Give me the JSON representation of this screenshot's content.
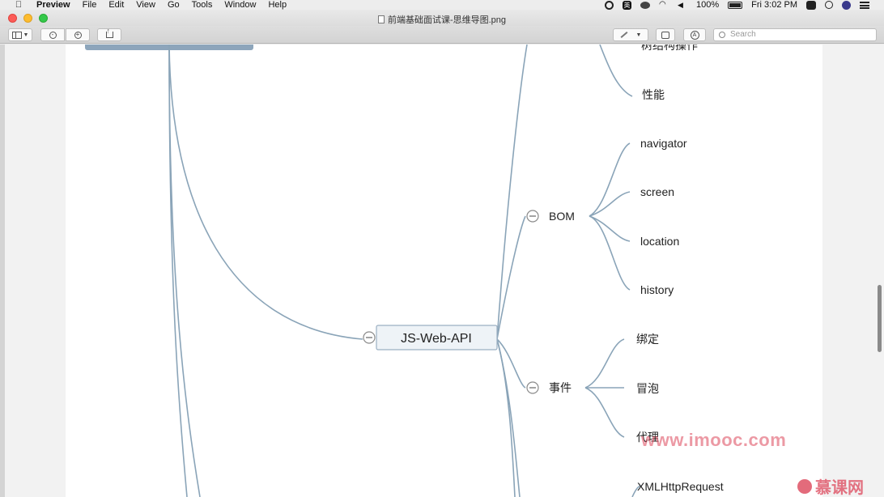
{
  "menubar": {
    "app_name": "Preview",
    "menus": [
      "File",
      "Edit",
      "View",
      "Go",
      "Tools",
      "Window",
      "Help"
    ],
    "input_method": "英",
    "battery": "100%",
    "clock": "Fri 3:02 PM"
  },
  "window": {
    "title": "前端基础面试课-思维导图.png"
  },
  "toolbar": {
    "search_placeholder": "Search"
  },
  "mindmap": {
    "root": "JS-Web-API",
    "branches": [
      {
        "label": "BOM",
        "children": [
          "navigator",
          "screen",
          "location",
          "history"
        ]
      },
      {
        "label": "事件",
        "children": [
          "绑定",
          "冒泡",
          "代理"
        ]
      }
    ],
    "partial_top": [
      "树结构操作",
      "性能"
    ],
    "partial_bottom": "XMLHttpRequest"
  },
  "overlay": {
    "watermark": "www.imooc.com",
    "logo_text": "慕课网"
  },
  "colors": {
    "line": "#8aa4b8",
    "root_fill": "#eef3f7",
    "root_stroke": "#9bb0c2",
    "watermark": "#dc465a"
  }
}
